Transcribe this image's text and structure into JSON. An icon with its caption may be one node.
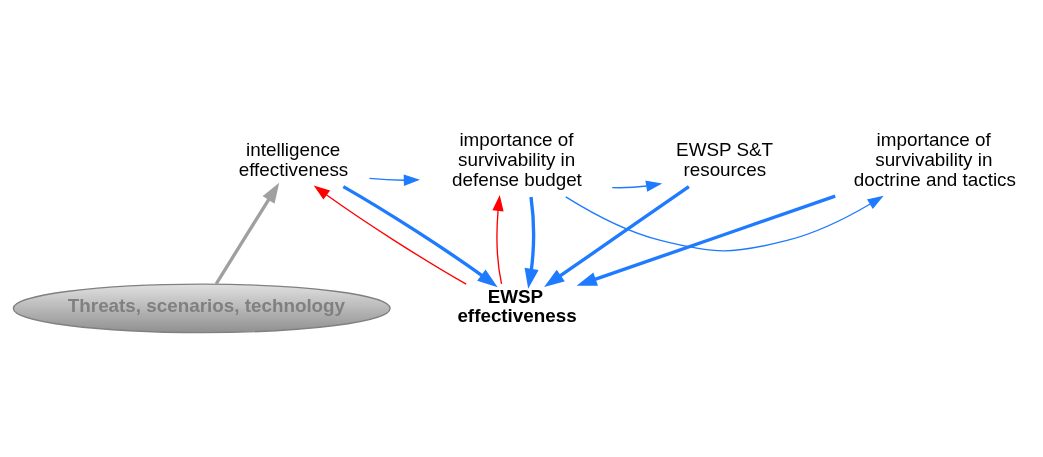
{
  "diagram": {
    "nodes": [
      {
        "text": [
          "EWSP effectiveness"
        ]
      },
      {
        "text": [
          "intelligence effectiveness"
        ]
      },
      {
        "text": [
          "importance of survivability in defense budget"
        ]
      },
      {
        "text": [
          "EWSP S&T resources"
        ]
      },
      {
        "text": [
          "importance of survivability in doctrine and tactics"
        ]
      },
      {
        "text": [
          "Threats, scenarios, technology"
        ]
      }
    ],
    "edges": [
      {
        "from": 0,
        "to": 1,
        "arrow": "to",
        "color": "#ff0000"
      },
      {
        "from": 1,
        "to": 0,
        "arrow": "to",
        "style": "thick"
      },
      {
        "from": 0,
        "to": 2,
        "arrow": "to",
        "color": "#ff0000"
      },
      {
        "from": 2,
        "to": 0,
        "arrow": "to",
        "style": "thick"
      },
      {
        "from": 3,
        "to": 0,
        "arrow": "to",
        "style": "thick"
      },
      {
        "from": 4,
        "to": 0,
        "arrow": "to",
        "style": "thick"
      },
      {
        "from": 1,
        "to": 2,
        "arrow": "to"
      },
      {
        "from": 2,
        "to": 3,
        "arrow": "to"
      },
      {
        "from": 2,
        "to": 4,
        "arrow": "to"
      },
      {
        "from": 5,
        "to": 1,
        "arrow": "to",
        "style": "thick",
        "color": "#a0a0a0"
      }
    ]
  }
}
